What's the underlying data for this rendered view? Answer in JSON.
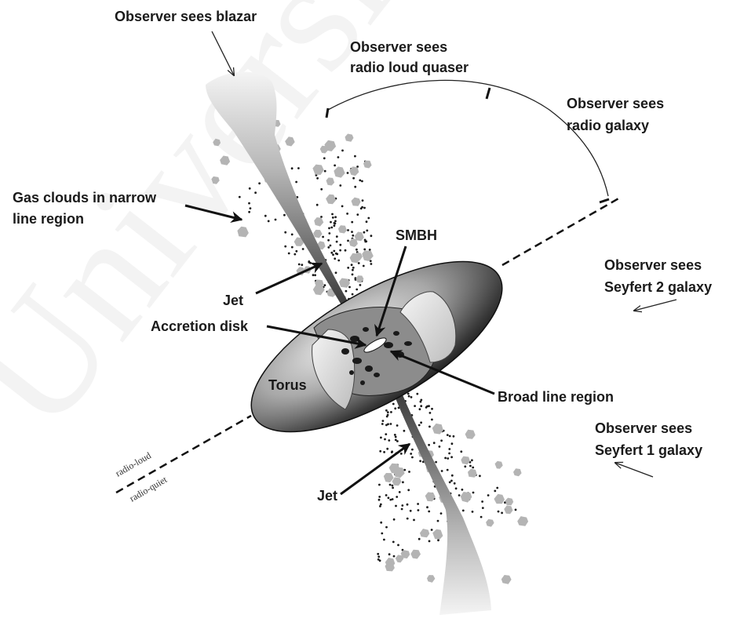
{
  "watermark": "University",
  "labels": {
    "blazar": "Observer sees blazar",
    "quasar_1": "Observer sees",
    "quasar_2": "radio loud quaser",
    "radio_galaxy_1": "Observer sees",
    "radio_galaxy_2": "radio galaxy",
    "gas_clouds_1": "Gas clouds in narrow",
    "gas_clouds_2": "line region",
    "smbh": "SMBH",
    "seyfert2_1": "Observer sees",
    "seyfert2_2": "Seyfert 2 galaxy",
    "jet_upper": "Jet",
    "accretion_disk": "Accretion disk",
    "torus": "Torus",
    "broad_line_region": "Broad line region",
    "seyfert1_1": "Observer sees",
    "seyfert1_2": "Seyfert 1 galaxy",
    "jet_lower": "Jet",
    "radio_loud": "radio-loud",
    "radio_quiet": "radio-quiet"
  }
}
